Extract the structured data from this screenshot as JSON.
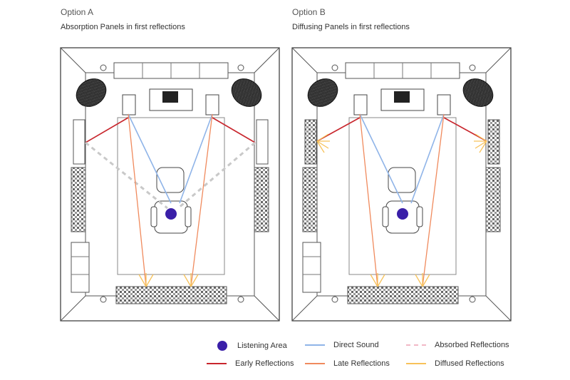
{
  "options": [
    {
      "label": "Option A",
      "subtitle": "Absorption Panels in first reflections"
    },
    {
      "label": "Option B",
      "subtitle": "Diffusing Panels in first reflections"
    }
  ],
  "legend": {
    "listening_area": "Listening Area",
    "direct_sound": "Direct Sound",
    "absorbed_reflections": "Absorbed Reflections",
    "early_reflections": "Early Reflections",
    "late_reflections": "Late Reflections",
    "diffused_reflections": "Diffused Reflections"
  },
  "colors": {
    "listening_area": "#3a1fa8",
    "direct_sound": "#8fb4e8",
    "absorbed_reflections": "#f2b8c6",
    "early_reflections": "#c8262d",
    "late_reflections": "#f08a5d",
    "diffused_reflections": "#f7c25a",
    "absorbed_gray": "#c9c9c9"
  },
  "icons": [
    "speaker-icon",
    "monitor-desk-icon",
    "chair-icon",
    "diffuser-panel-icon",
    "absorption-panel-icon"
  ]
}
